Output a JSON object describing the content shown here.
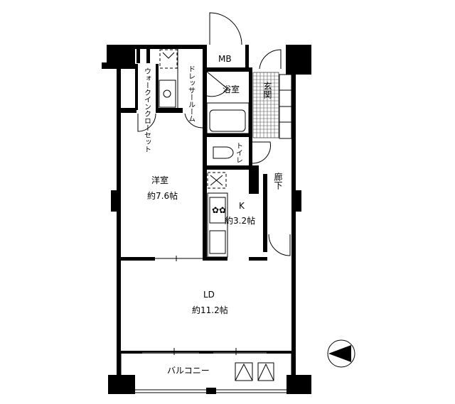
{
  "rooms": {
    "mb": "MB",
    "walk_in_closet": "ウォークインクローセット",
    "dresser_room": "ドレッサールーム",
    "bathroom": "浴室",
    "entrance": "玄関",
    "toilet": "トイレ",
    "hallway": "廊下",
    "western_room": {
      "name": "洋室",
      "size": "約7.6帖"
    },
    "kitchen": {
      "name": "K",
      "size": "約3.2帖"
    },
    "living_dining": {
      "name": "LD",
      "size": "約11.2帖"
    },
    "balcony": "バルコニー"
  },
  "compass": {
    "icon": "north-arrow-icon",
    "direction": "west"
  }
}
